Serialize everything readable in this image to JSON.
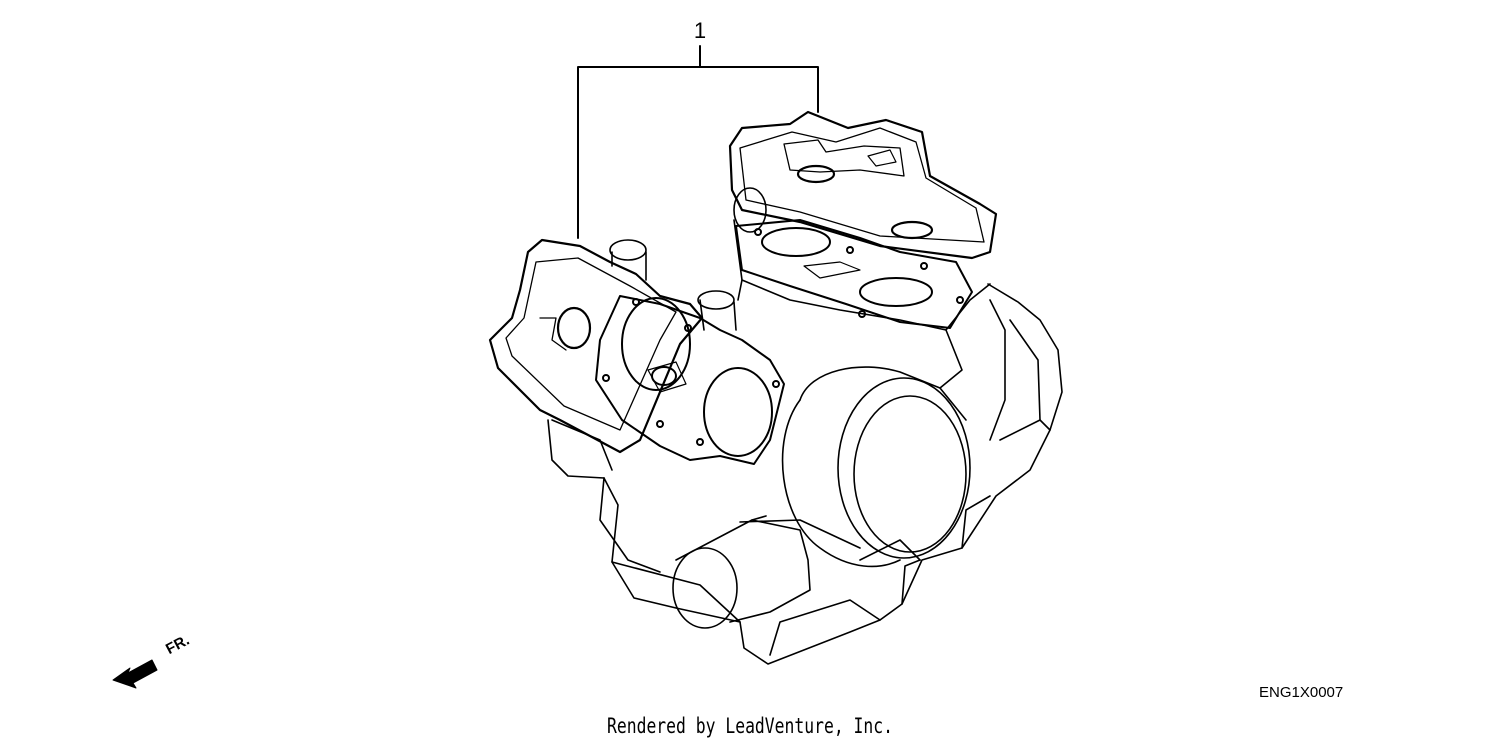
{
  "diagram": {
    "callout_number": "1",
    "direction_label": "FR.",
    "diagram_code": "ENG1X0007",
    "footer_text": "Rendered by LeadVenture, Inc."
  },
  "colors": {
    "line": "#000000",
    "background": "#ffffff"
  },
  "icons": [
    "front-direction-arrow-icon"
  ]
}
